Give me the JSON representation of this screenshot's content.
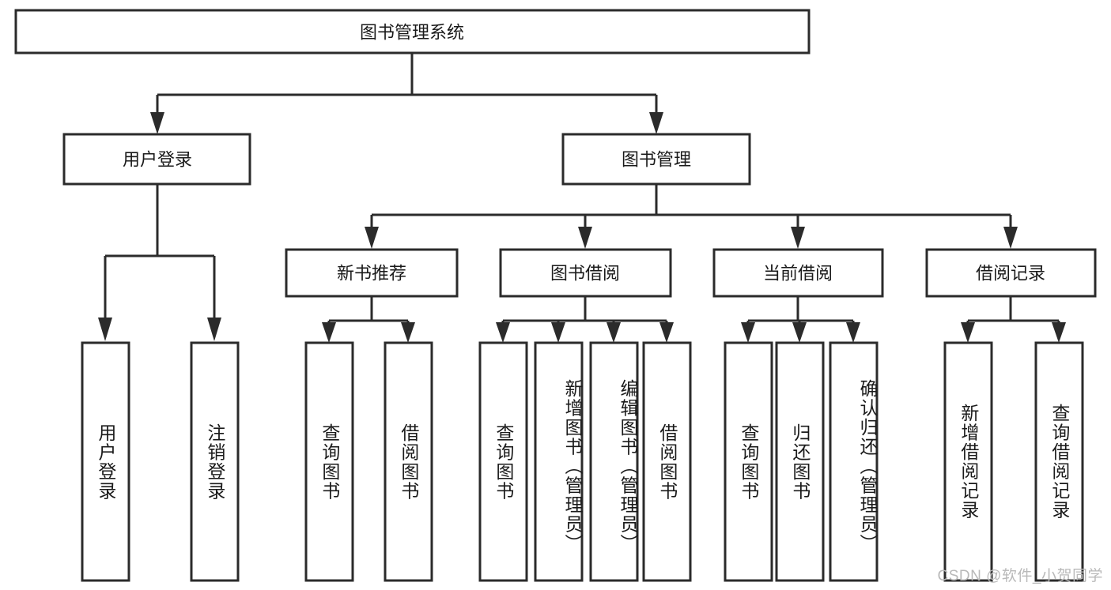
{
  "diagram": {
    "title": "图书管理系统",
    "type": "hierarchy-tree",
    "watermark": "CSDN @软件_小贺同学",
    "colors": {
      "stroke": "#2b2b2b",
      "fill": "#ffffff",
      "text": "#1a1a1a",
      "watermark": "#b9b9b9"
    },
    "root": {
      "label": "图书管理系统"
    },
    "level2": [
      {
        "id": "user-login",
        "label": "用户登录"
      },
      {
        "id": "book-manage",
        "label": "图书管理"
      }
    ],
    "level3": [
      {
        "id": "new-book-recommend",
        "label": "新书推荐"
      },
      {
        "id": "book-borrow",
        "label": "图书借阅"
      },
      {
        "id": "current-borrow",
        "label": "当前借阅"
      },
      {
        "id": "borrow-record",
        "label": "借阅记录"
      }
    ],
    "leaves": {
      "user_login": [
        {
          "id": "leaf-user-login",
          "label": "用户登录"
        },
        {
          "id": "leaf-logout",
          "label": "注销登录"
        }
      ],
      "new_book_recommend": [
        {
          "id": "leaf-query-book-1",
          "label": "查询图书"
        },
        {
          "id": "leaf-borrow-book-1",
          "label": "借阅图书"
        }
      ],
      "book_borrow": [
        {
          "id": "leaf-query-book-2",
          "label": "查询图书"
        },
        {
          "id": "leaf-add-book",
          "label": "新增图书（管理员）"
        },
        {
          "id": "leaf-edit-book",
          "label": "编辑图书（管理员）"
        },
        {
          "id": "leaf-borrow-book-2",
          "label": "借阅图书"
        }
      ],
      "current_borrow": [
        {
          "id": "leaf-query-book-3",
          "label": "查询图书"
        },
        {
          "id": "leaf-return-book",
          "label": "归还图书"
        },
        {
          "id": "leaf-confirm-return",
          "label": "确认归还（管理员）"
        }
      ],
      "borrow_record": [
        {
          "id": "leaf-add-record",
          "label": "新增借阅记录"
        },
        {
          "id": "leaf-query-record",
          "label": "查询借阅记录"
        }
      ]
    }
  }
}
